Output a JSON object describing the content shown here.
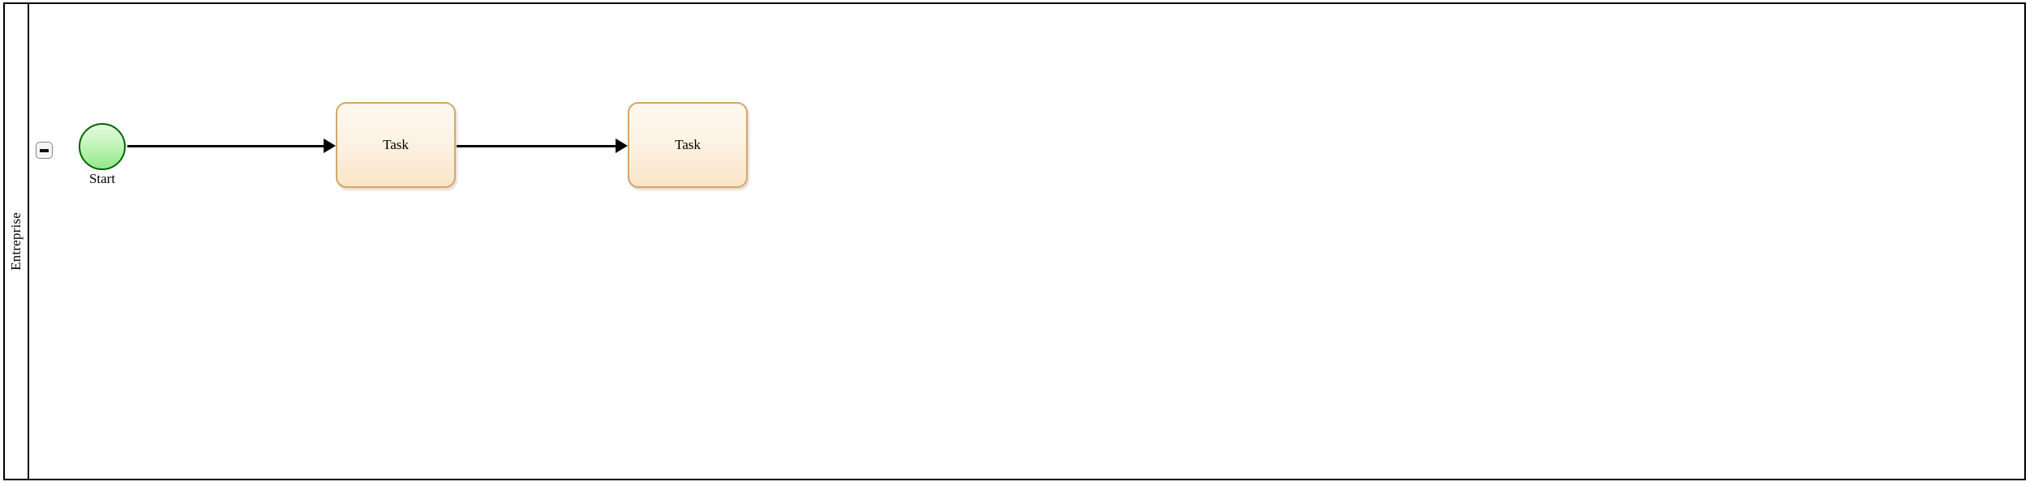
{
  "diagram": {
    "type": "bpmn-process",
    "pool": {
      "lane": {
        "name": "Entreprise",
        "collapse_button": {
          "icon": "minus-icon",
          "state": "expanded",
          "label": "−"
        }
      }
    },
    "nodes": [
      {
        "id": "start-event",
        "type": "start-event",
        "label": "Start",
        "shape": "circle",
        "border_color": "#006600",
        "fill_top": "#e3fadd",
        "fill_bottom": "#93e889"
      },
      {
        "id": "task-1",
        "type": "task",
        "label": "Task",
        "shape": "rounded-rectangle",
        "border_color": "#d2a76a",
        "fill_top": "#fdf8ef",
        "fill_bottom": "#f9e4c6"
      },
      {
        "id": "task-2",
        "type": "task",
        "label": "Task",
        "shape": "rounded-rectangle",
        "border_color": "#d2a76a",
        "fill_top": "#fdf8ef",
        "fill_bottom": "#f9e4c6"
      }
    ],
    "flows": [
      {
        "id": "flow-1",
        "from": "start-event",
        "to": "task-1",
        "type": "sequence-flow",
        "color": "#000000"
      },
      {
        "id": "flow-2",
        "from": "task-1",
        "to": "task-2",
        "type": "sequence-flow",
        "color": "#000000"
      }
    ],
    "colors": {
      "pool_border": "#000000",
      "lane_divider": "#000000",
      "canvas_background": "#ffffff",
      "flow_line": "#000000",
      "collapse_border": "#868686",
      "collapse_fill": "#f6f6f6"
    }
  }
}
